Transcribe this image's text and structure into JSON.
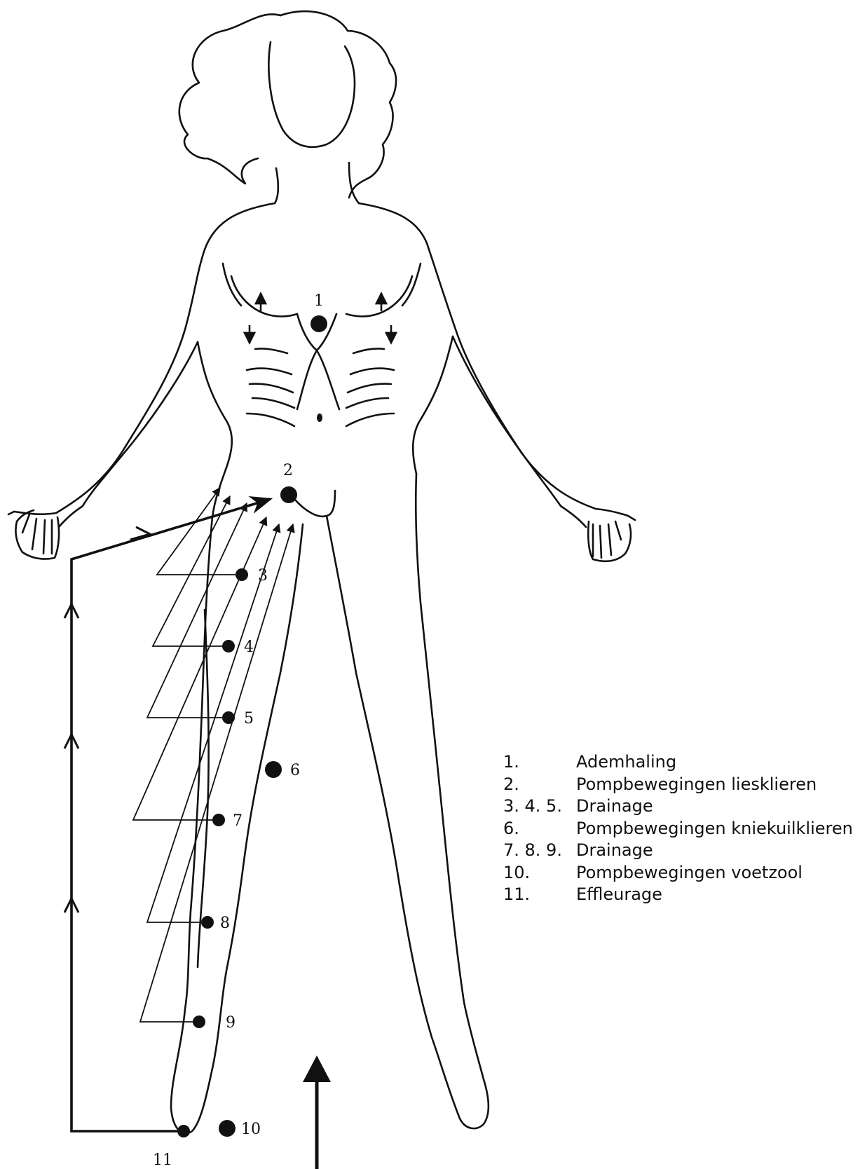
{
  "markers": {
    "m1": "1",
    "m2": "2",
    "m3": "3",
    "m4": "4",
    "m5": "5",
    "m6": "6",
    "m7": "7",
    "m8": "8",
    "m9": "9",
    "m10": "10",
    "m11": "11"
  },
  "legend": [
    {
      "num": "1.",
      "text": "Ademhaling"
    },
    {
      "num": "2.",
      "text": "Pompbewegingen liesklieren"
    },
    {
      "num": "3. 4. 5.",
      "text": "Drainage"
    },
    {
      "num": "6.",
      "text": "Pompbewegingen kniekuilklieren"
    },
    {
      "num": "7. 8. 9.",
      "text": "Drainage"
    },
    {
      "num": "10.",
      "text": "Pompbewegingen voetzool"
    },
    {
      "num": "11.",
      "text": "Effleurage"
    }
  ]
}
